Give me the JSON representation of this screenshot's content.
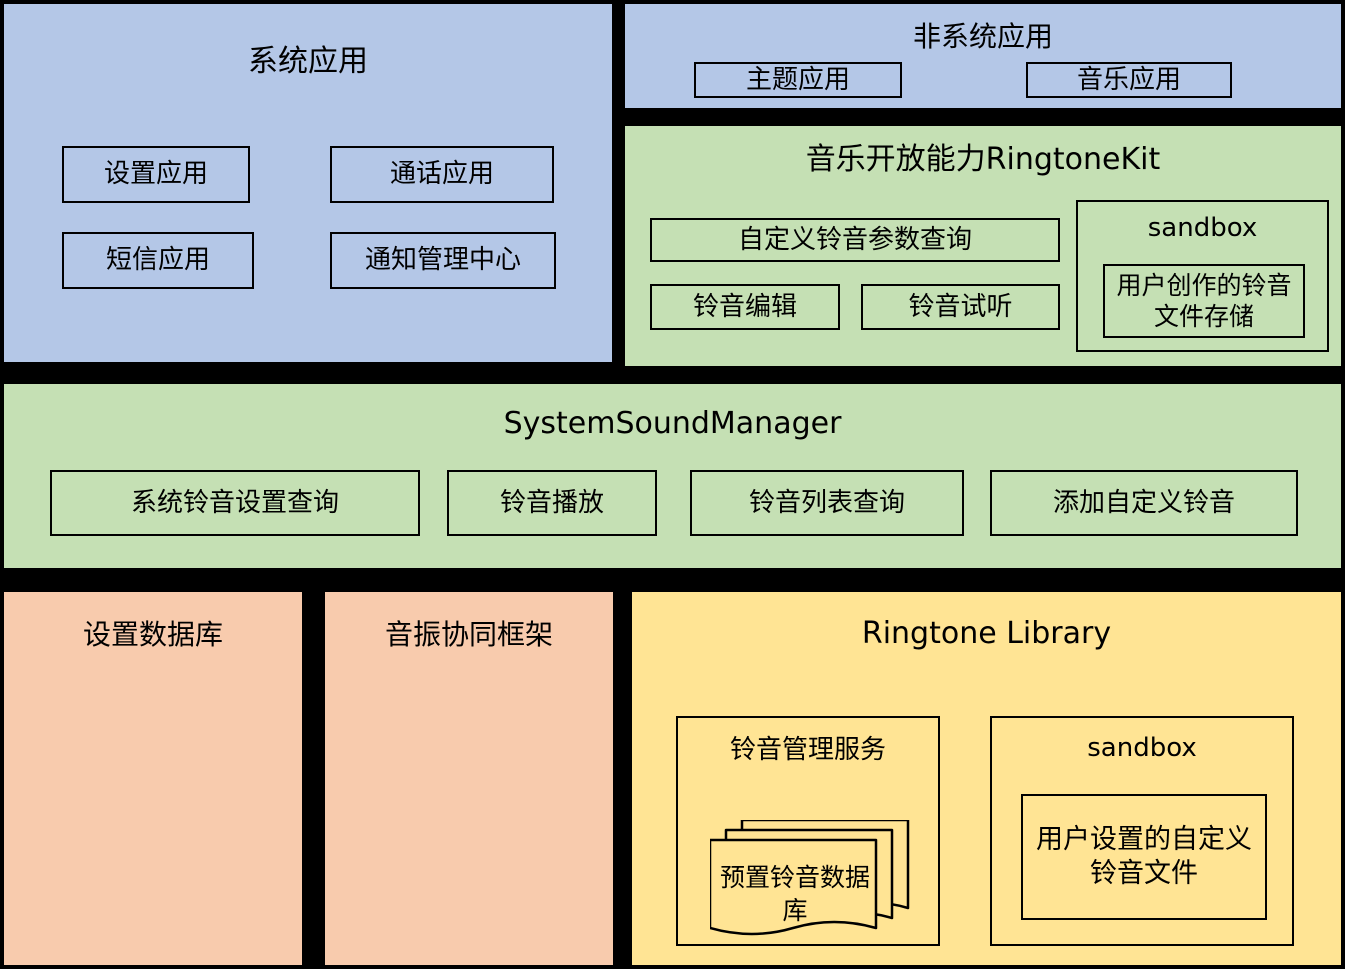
{
  "diagram": {
    "system_apps": {
      "title": "系统应用",
      "items": [
        "设置应用",
        "通话应用",
        "短信应用",
        "通知管理中心"
      ]
    },
    "non_system_apps": {
      "title": "非系统应用",
      "items": [
        "主题应用",
        "音乐应用"
      ]
    },
    "ringtone_kit": {
      "title": "音乐开放能力RingtoneKit",
      "items": [
        "自定义铃音参数查询",
        "铃音编辑",
        "铃音试听"
      ],
      "sandbox": {
        "label": "sandbox",
        "storage": "用户创作的铃音文件存储"
      }
    },
    "system_sound_manager": {
      "title": "SystemSoundManager",
      "items": [
        "系统铃音设置查询",
        "铃音播放",
        "铃音列表查询",
        "添加自定义铃音"
      ]
    },
    "settings_db": {
      "title": "设置数据库"
    },
    "vibration_framework": {
      "title": "音振协同框架"
    },
    "ringtone_library": {
      "title": "Ringtone Library",
      "service": {
        "label": "铃音管理服务",
        "database": "预置铃音数据库"
      },
      "sandbox": {
        "label": "sandbox",
        "files": "用户设置的自定义铃音文件"
      }
    },
    "colors": {
      "blue": "#b4c7e7",
      "green": "#c5e0b4",
      "orange": "#f8cbad",
      "yellow": "#ffe494",
      "border": "#000000",
      "background": "#000000"
    }
  }
}
